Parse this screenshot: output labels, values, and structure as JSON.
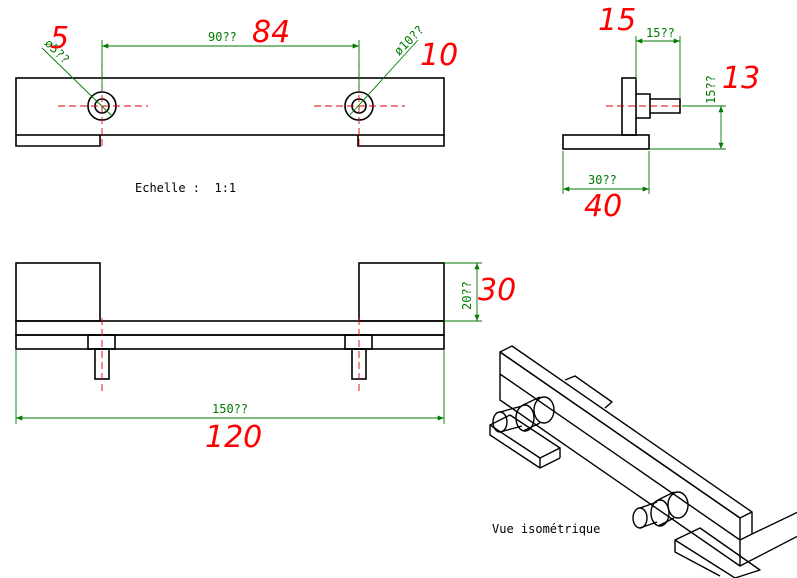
{
  "colors": {
    "line": "#000000",
    "dimension": "#007a00",
    "center": "#e00000",
    "annotation": "#ff0000"
  },
  "labels": {
    "scale": "Echelle :  1:1",
    "iso": "Vue isométrique"
  },
  "dims": {
    "top_span": "90??",
    "hole_left": "ø5??",
    "hole_right": "ø10??",
    "side_peg": "15??",
    "side_height": "15??",
    "side_base": "30??",
    "front_height": "20??",
    "front_width": "150??"
  },
  "annotations": {
    "a5": "5",
    "a84": "84",
    "a10": "10",
    "a15": "15",
    "a13": "13",
    "a40": "40",
    "a30": "30",
    "a120": "120"
  }
}
